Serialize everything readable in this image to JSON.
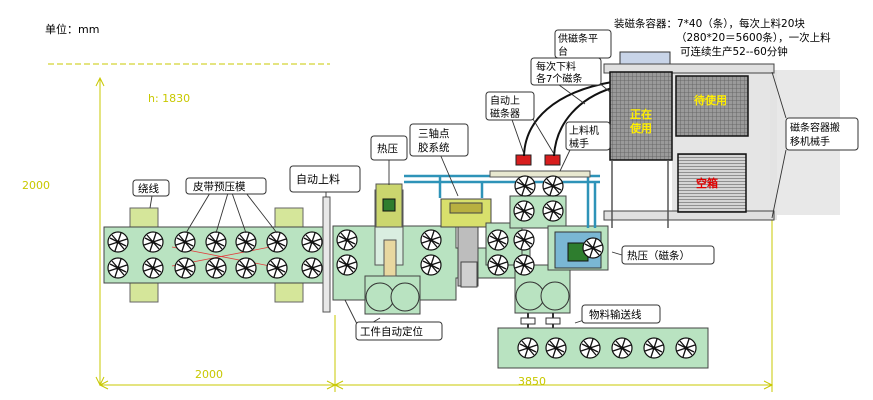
{
  "unit_label": "单位：mm",
  "height_label": "h: 1830",
  "dims": {
    "left_height": "2000",
    "bottom_left": "2000",
    "bottom_right": "3850"
  },
  "container_note": {
    "line1": "装磁条容器：7*40（条），每次上料20块",
    "line2": "（280*20＝5600条），一次上料",
    "line3": "可连续生产52--60分钟"
  },
  "callouts": {
    "winding": "绕线",
    "belt_premold": "皮带预压模",
    "auto_feed": "自动上料",
    "hot_press": "热压",
    "three_axis": [
      "三轴点",
      "胶系统"
    ],
    "feed_station": [
      "供磁条平",
      "台"
    ],
    "per_discharge": [
      "每次下料",
      "各7个磁条"
    ],
    "auto_loader": [
      "自动上",
      "磁条器"
    ],
    "loading_arm": [
      "上料机",
      "械手"
    ],
    "container_arm": [
      "磁条容器搬",
      "移机械手"
    ],
    "hot_press_magnet": "热压（磁条）",
    "workpiece_position": "工件自动定位",
    "conveyor": "物料输送线"
  },
  "status_labels": {
    "in_use": [
      "正在",
      "使用"
    ],
    "standby": "待使用",
    "empty": "空箱"
  },
  "colors": {
    "machine": "#b9e3c1",
    "accent_yellow": "#d8e06c",
    "pipe": "#2e93b8",
    "status_text": "#ffee00",
    "empty_text": "#e00000",
    "dim": "#c8c800"
  }
}
